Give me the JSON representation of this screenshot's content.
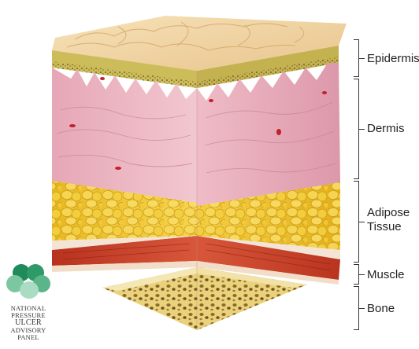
{
  "layers": [
    {
      "label": "Epidermis"
    },
    {
      "label": "Dermis"
    },
    {
      "label": "Adipose\nTissue",
      "lines": [
        "Adipose",
        "Tissue"
      ]
    },
    {
      "label": "Muscle"
    },
    {
      "label": "Bone"
    }
  ],
  "logo": {
    "lines": [
      "NATIONAL",
      "PRESSURE",
      "ULCER",
      "ADVISORY",
      "PANEL"
    ]
  },
  "colors": {
    "epidermis_top": "#f2d7a6",
    "epidermis_band": "#c9b85a",
    "dermis": "#e9b3c0",
    "adipose": "#f0c531",
    "muscle": "#c9402a",
    "fascia": "#f3e2d2",
    "bone": "#eed98a",
    "logo_dark": "#1f8a5a",
    "logo_light": "#8fd1b0"
  }
}
